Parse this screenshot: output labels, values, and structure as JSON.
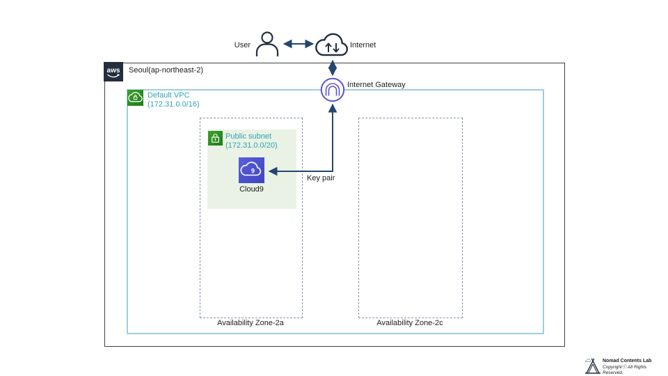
{
  "top": {
    "user_label": "User",
    "internet_label": "Internet"
  },
  "gateway": {
    "label": "Internet Gateway"
  },
  "region": {
    "aws_logo": "aws",
    "label": "Seoul(ap-northeast-2)"
  },
  "vpc": {
    "name": "Default VPC",
    "cidr": "(172.31.0.0/16)"
  },
  "subnet": {
    "name": "Public subnet",
    "cidr": "(172.31.0.0/20)"
  },
  "cloud9": {
    "label": "Cloud9",
    "icon_digit": "9"
  },
  "keypair": {
    "label": "Key pair"
  },
  "zones": [
    {
      "label": "Availability Zone-2a"
    },
    {
      "label": "Availability Zone-2c"
    }
  ],
  "footer": {
    "name": "Nomad Contents Lab",
    "copyright": "Copyrightⓒ All Rights Reserved."
  },
  "colors": {
    "accent_teal_text": "#2EA3B7",
    "vpc_border_teal": "#9AD0DB",
    "aws_green": "#2E8B27",
    "cloud9_indigo": "#4A50CE",
    "gateway_purple": "#5A53CE",
    "arrow_navy": "#24476F",
    "dark_navy": "#232F3E",
    "subnet_bg_green": "#E9F2E5",
    "az_dash_gray": "#8494A8"
  }
}
